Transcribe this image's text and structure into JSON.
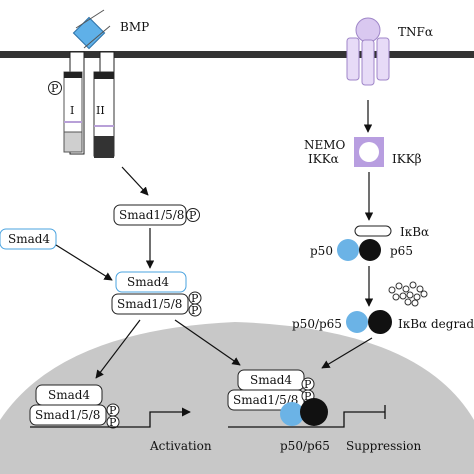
{
  "colors": {
    "membrane": "#333333",
    "nucleus": "#c8c8c8",
    "bmp": "#5fb0e8",
    "tnf": "#d9c8f0",
    "p50": "#6bb3e6",
    "p65": "#111111",
    "smad4_border": "#4aa3df"
  },
  "labels": {
    "bmp": "BMP",
    "tnf": "TNFα",
    "receptor_1": "I",
    "receptor_2": "II",
    "p": "P",
    "nemo": "NEMO",
    "ikka": "IKKα",
    "ikkb": "IKKβ",
    "smad158": "Smad1/5/8",
    "smad4": "Smad4",
    "ikba": "IκBα",
    "p50": "p50",
    "p65": "p65",
    "p50p65": "p50/p65",
    "ikba_degrade": "IκBα degrad",
    "activation": "Activation",
    "suppression": "Suppression"
  }
}
